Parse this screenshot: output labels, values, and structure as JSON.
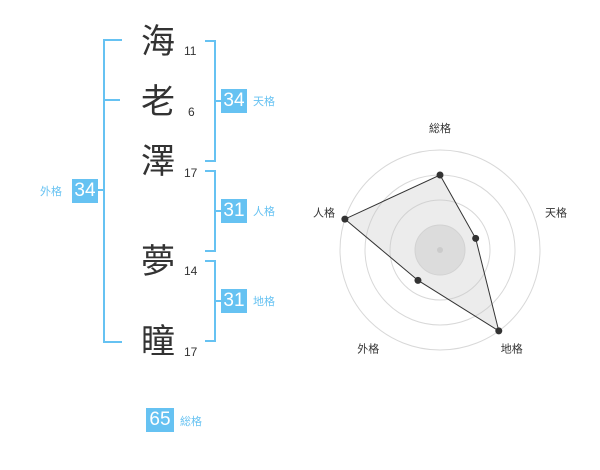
{
  "characters": [
    {
      "char": "海",
      "strokes": "11"
    },
    {
      "char": "老",
      "strokes": "6"
    },
    {
      "char": "澤",
      "strokes": "17"
    },
    {
      "char": "夢",
      "strokes": "14"
    },
    {
      "char": "瞳",
      "strokes": "17"
    }
  ],
  "kakusu": {
    "tenkaku": {
      "value": "34",
      "label": "天格"
    },
    "jinkaku": {
      "value": "31",
      "label": "人格"
    },
    "chikaku": {
      "value": "31",
      "label": "地格"
    },
    "gaikaku": {
      "value": "34",
      "label": "外格"
    },
    "soukaku": {
      "value": "65",
      "label": "総格"
    }
  },
  "colors": {
    "accent": "#66c2f2",
    "text": "#333333"
  },
  "chart_data": {
    "type": "radar",
    "axes": [
      "総格",
      "天格",
      "地格",
      "外格",
      "人格"
    ],
    "levels": 4,
    "max": 4,
    "values": [
      3,
      1.5,
      4,
      1.5,
      4
    ]
  }
}
